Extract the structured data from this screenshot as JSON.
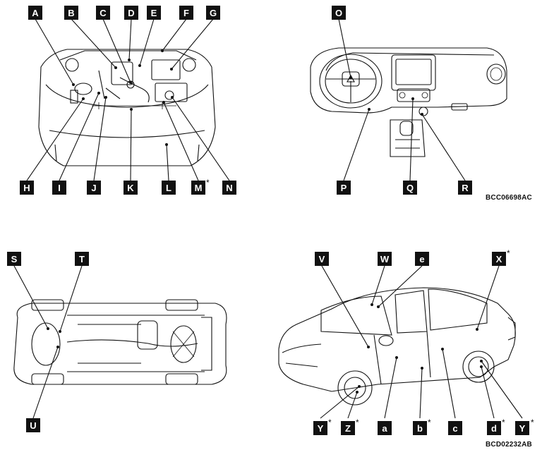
{
  "panels": {
    "engine": {
      "labels": [
        "A",
        "B",
        "C",
        "D",
        "E",
        "F",
        "G",
        "H",
        "I",
        "J",
        "K",
        "L",
        "M",
        "N"
      ],
      "asterisk_on": [
        "M"
      ]
    },
    "dashboard": {
      "labels": [
        "O",
        "P",
        "Q",
        "R"
      ],
      "code": "BCC06698AC"
    },
    "underbody": {
      "labels": [
        "S",
        "T",
        "U"
      ]
    },
    "exterior": {
      "labels": [
        "V",
        "W",
        "e",
        "X",
        "Y",
        "Z",
        "a",
        "b",
        "c",
        "d",
        "Y"
      ],
      "asterisk_on": [
        "X",
        "Y",
        "Z",
        "b",
        "d"
      ],
      "code": "BCD02232AB"
    }
  },
  "asterisk": "*"
}
